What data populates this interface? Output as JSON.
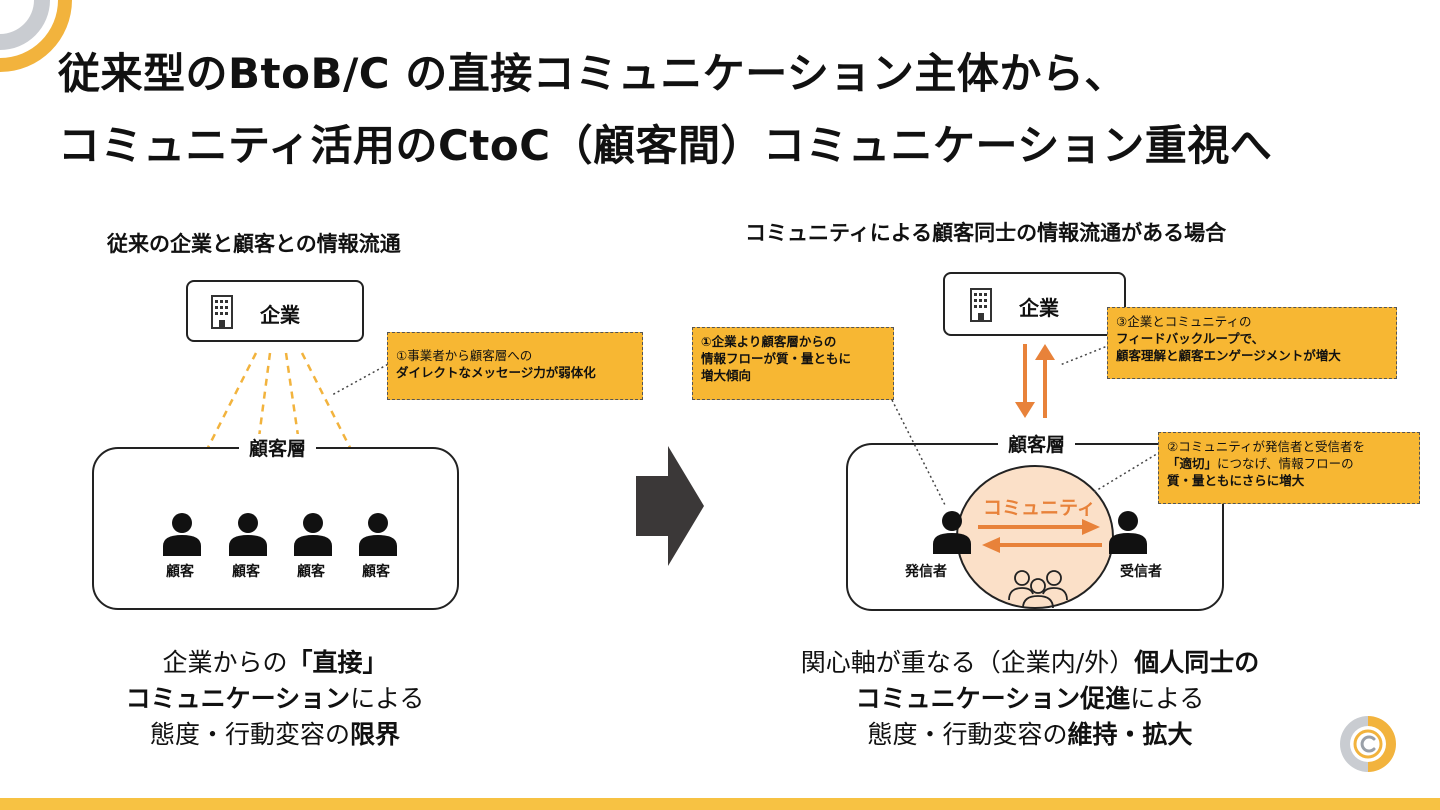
{
  "title": {
    "line1": "従来型のBtoB/C の直接コミュニケーション主体から、",
    "line2": "コミュニティ活用のCtoC（顧客間）コミュニケーション重視へ"
  },
  "left": {
    "heading": "従来の企業と顧客との情報流通",
    "company_label": "企業",
    "customer_layer_label": "顧客層",
    "customer_labels": [
      "顧客",
      "顧客",
      "顧客",
      "顧客"
    ],
    "note": {
      "line1": "①事業者から顧客層への",
      "line2": "ダイレクトなメッセージ力が弱体化"
    },
    "caption": {
      "l1_a": "企業からの",
      "l1_b": "「直接」",
      "l2_a": "コミュニケーション",
      "l2_b": "による",
      "l3_a": "態度・行動変容の",
      "l3_b": "限界"
    }
  },
  "right": {
    "heading": "コミュニティによる顧客同士の情報流通がある場合",
    "company_label": "企業",
    "customer_layer_label": "顧客層",
    "community_label": "コミュニティ",
    "sender_label": "発信者",
    "receiver_label": "受信者",
    "note1": {
      "line1": "①企業より顧客層からの",
      "line2": "情報フローが質・量ともに",
      "line3": "増大傾向"
    },
    "note2": {
      "line1": "②コミュニティが発信者と受信者を",
      "line2a": "「適切」",
      "line2b": "につなげ、情報フローの",
      "line3": "質・量ともにさらに増大"
    },
    "note3": {
      "line1": "③企業とコミュニティの",
      "line2": "フィードバックループで、",
      "line3": "顧客理解と顧客エンゲージメントが増大"
    },
    "caption": {
      "l1_a": "関心軸が重なる（企業内/外）",
      "l1_b": "個人同士の",
      "l2_a": "コミュニケーション促進",
      "l2_b": "による",
      "l3_a": "態度・行動変容の",
      "l3_b": "維持・拡大"
    }
  },
  "colors": {
    "accent_orange": "#e8823a",
    "note_yellow": "#f7b733",
    "dashed_arrow": "#f2b33d",
    "community_fill": "#fbe0c8",
    "bottom_bar": "#f7c243",
    "logo_yellow": "#f2b33d",
    "logo_gray": "#c9ccd1"
  },
  "icons": [
    "building-icon",
    "person-icon",
    "group-icon",
    "right-arrow-icon",
    "logo-icon"
  ]
}
